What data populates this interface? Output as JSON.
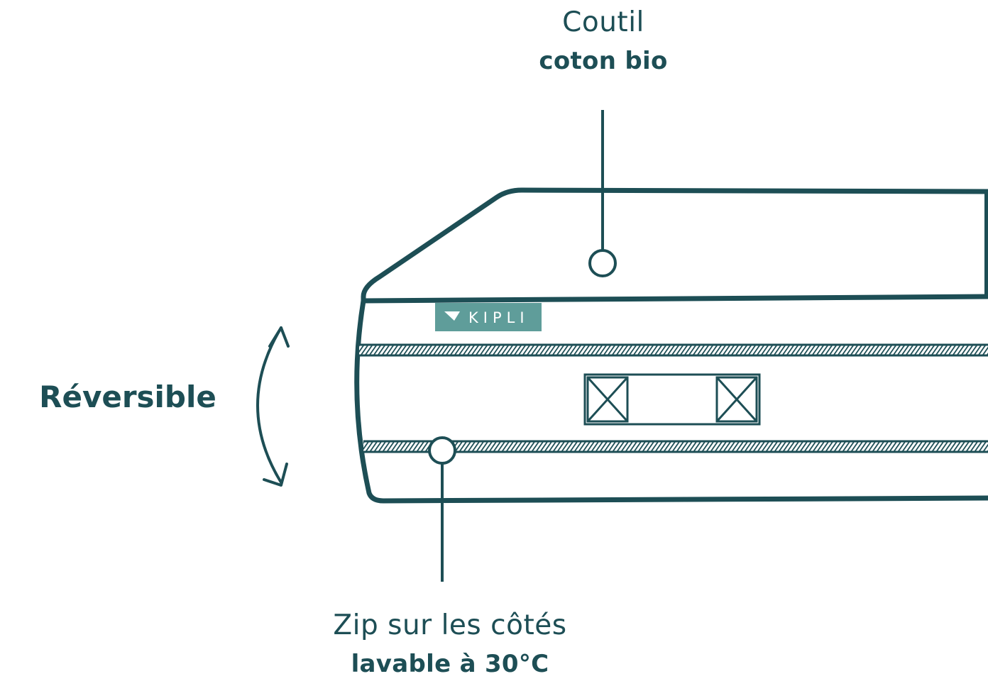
{
  "callouts": {
    "cover": {
      "title": "Coutil",
      "subtitle": "coton bio"
    },
    "zip": {
      "title": "Zip sur les côtés",
      "subtitle": "lavable à 30°C"
    }
  },
  "reversible_label": "Réversible",
  "brand_label": "KIPLI",
  "colors": {
    "line": "#1d4e55",
    "brand_badge": "#5f9d9a",
    "background": "#ffffff"
  },
  "icons": [
    "curved-double-arrow-icon",
    "leaf-icon",
    "handle-box-icon"
  ]
}
